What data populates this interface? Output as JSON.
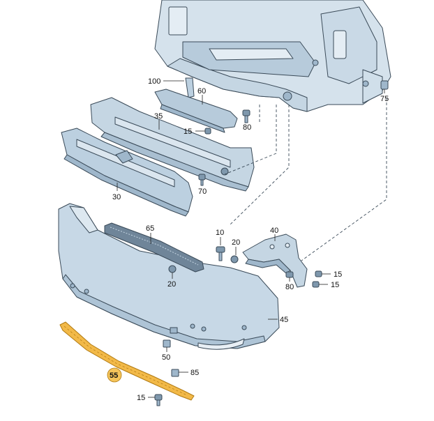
{
  "diagram": {
    "colors": {
      "part_fill": "#bcd0e0",
      "part_shade": "#9fb7cb",
      "part_dark": "#7f98ad",
      "highlight_fill": "#f2b948",
      "highlight_stroke": "#b07a12",
      "highlight_badge": "#f5c45a",
      "outline": "#3a4a58"
    },
    "labels": {
      "p100": "100",
      "p60": "60",
      "p75": "75",
      "p35": "35",
      "p80a": "80",
      "p15a": "15",
      "p70": "70",
      "p30": "30",
      "p65": "65",
      "p10": "10",
      "p40": "40",
      "p20a": "20",
      "p15b": "15",
      "p80b": "80",
      "p15c": "15",
      "p20b": "20",
      "p45": "45",
      "p50": "50",
      "p85": "85",
      "p55": "55",
      "p15d": "15"
    },
    "highlighted_part": "55"
  }
}
